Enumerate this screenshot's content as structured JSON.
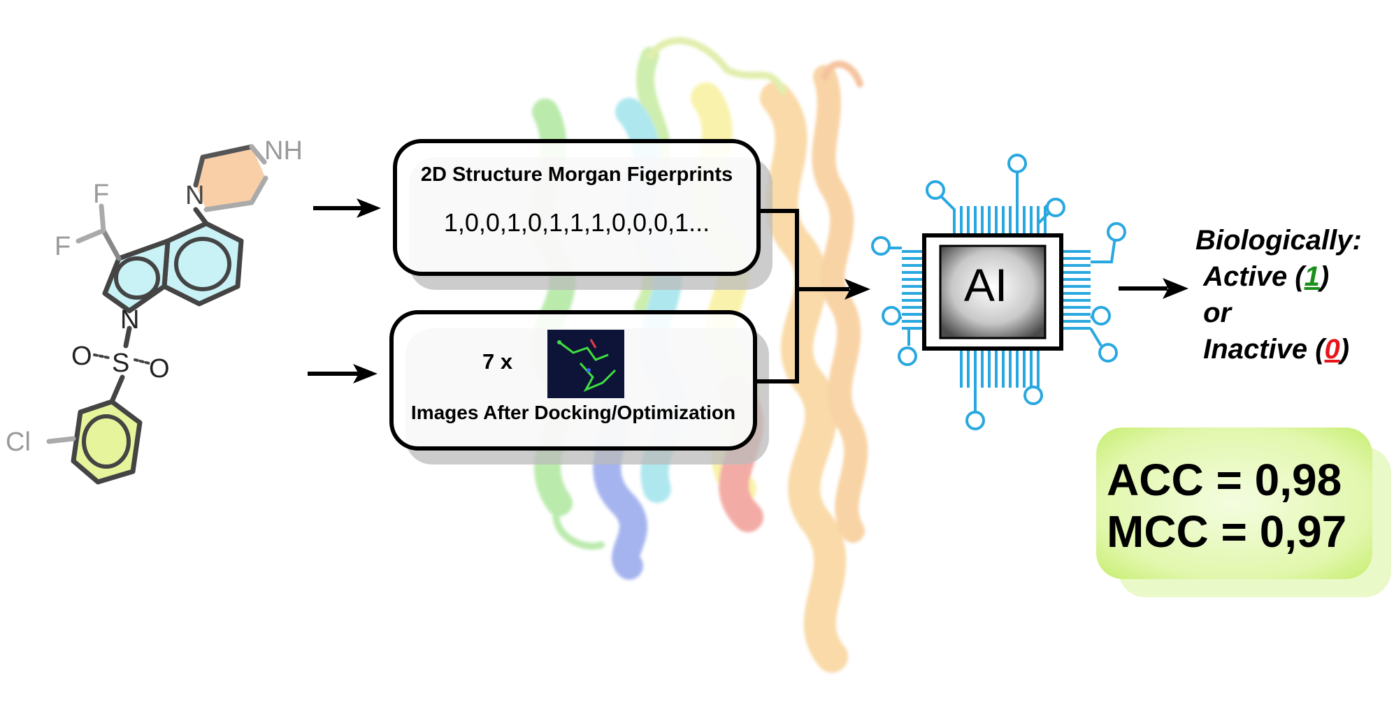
{
  "molecule": {
    "atoms": {
      "nh": "NH",
      "n_pip": "N",
      "f1": "F",
      "f2": "F",
      "n_indole": "N",
      "o1": "O",
      "s": "S",
      "o2": "O",
      "cl": "Cl"
    }
  },
  "fingerprint_box": {
    "title": "2D Structure Morgan Figerprints",
    "bits": "1,0,0,1,0,1,1,1,0,0,0,1..."
  },
  "docking_box": {
    "count": "7 x",
    "title": "Images After Docking/Optimization"
  },
  "ai_chip": {
    "label": "AI"
  },
  "result": {
    "heading": "Biologically:",
    "active_pre": "Active (",
    "active_value": "1",
    "active_post": ")",
    "or": "or",
    "inactive_pre": "Inactive (",
    "inactive_value": "0",
    "inactive_post": ")"
  },
  "metrics": {
    "acc": "ACC = 0,98",
    "mcc": "MCC = 0,97"
  },
  "colors": {
    "fp_box_border": "#000000",
    "ai_circuit": "#29a8e0",
    "active": "#1a8f1a",
    "inactive": "#e8141c",
    "metrics_box": "#d8f5a0"
  }
}
